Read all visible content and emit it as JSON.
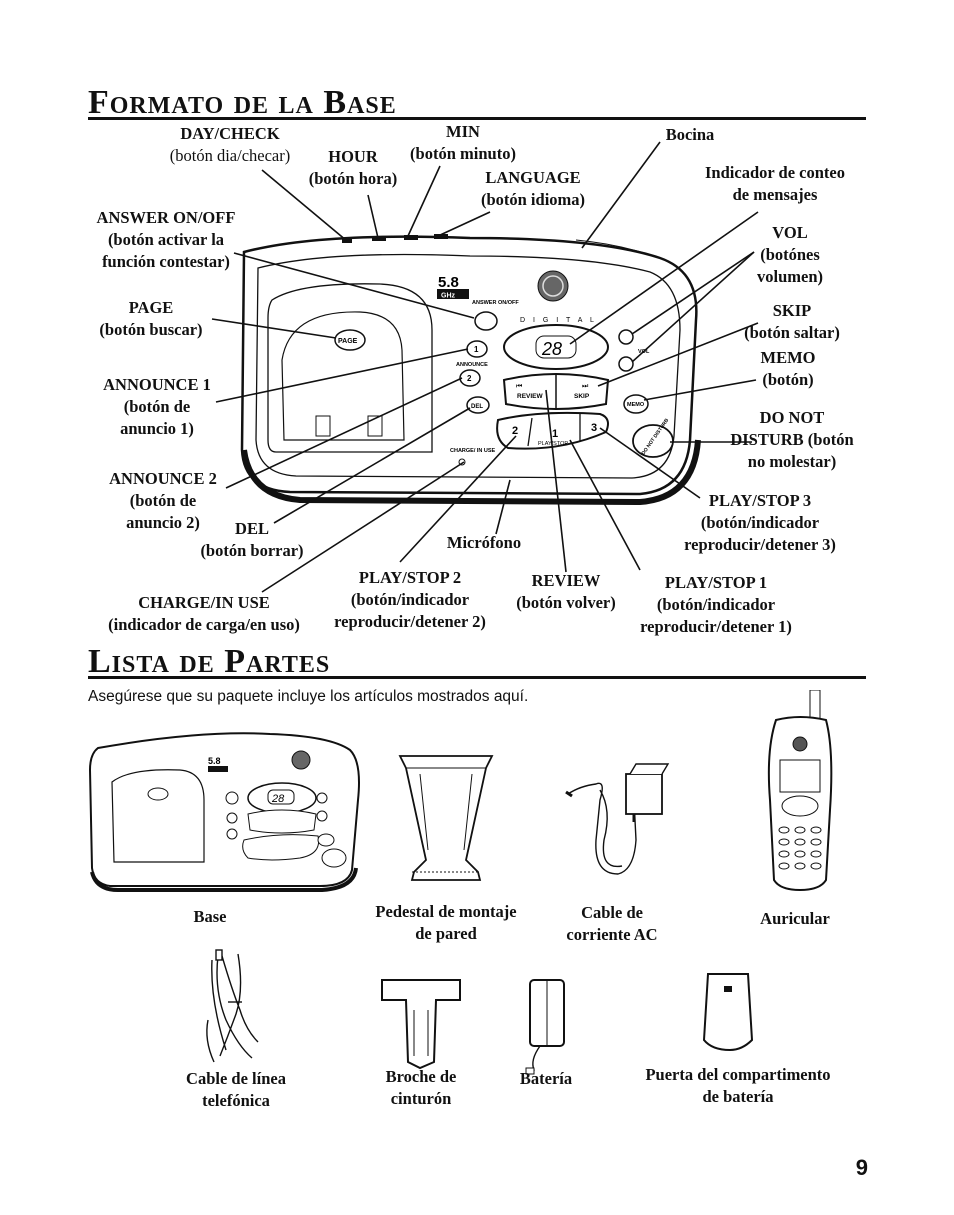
{
  "section1_title": "Formato de la Base",
  "section2_title": "Lista de Partes",
  "intro": "Asegúrese que su paquete incluye los artículos mostrados aquí.",
  "page_number": "9",
  "labels": {
    "daycheck": [
      "DAY/CHECK",
      "(botón dia/checar)"
    ],
    "hour": [
      "HOUR",
      "(botón hora)"
    ],
    "min": [
      "MIN",
      "(botón minuto)"
    ],
    "language": [
      "LANGUAGE",
      "(botón idioma)"
    ],
    "bocina": [
      "Bocina"
    ],
    "indicador": [
      "Indicador de conteo",
      "de mensajes"
    ],
    "answer": [
      "ANSWER ON/OFF",
      "(botón activar la",
      "función contestar)"
    ],
    "page": [
      "PAGE",
      "(botón buscar)"
    ],
    "vol": [
      "VOL",
      "(botónes",
      "volumen)"
    ],
    "skip": [
      "SKIP",
      "(botón saltar)"
    ],
    "memo": [
      "MEMO",
      "(botón)"
    ],
    "announce1": [
      "ANNOUNCE 1",
      "(botón de",
      "anuncio 1)"
    ],
    "dnd": [
      "DO NOT",
      "DISTURB (botón",
      "no molestar)"
    ],
    "announce2": [
      "ANNOUNCE 2",
      "(botón de",
      "anuncio 2)"
    ],
    "del": [
      "DEL",
      "(botón borrar)"
    ],
    "microfono": [
      "Micrófono"
    ],
    "play3": [
      "PLAY/STOP 3",
      "(botón/indicador",
      "reproducir/detener 3)"
    ],
    "play2": [
      "PLAY/STOP 2",
      "(botón/indicador",
      "reproducir/detener 2)"
    ],
    "review": [
      "REVIEW",
      "(botón volver)"
    ],
    "play1": [
      "PLAY/STOP 1",
      "(botón/indicador",
      "reproducir/detener 1)"
    ],
    "charge": [
      "CHARGE/IN USE",
      "(indicador de carga/en uso)"
    ]
  },
  "device_text": {
    "badge_top": "5.8",
    "badge_bottom": "GHz",
    "answer_onoff": "ANSWER ON/OFF",
    "page_btn": "PAGE",
    "announce": "ANNOUNCE",
    "del_btn": "DEL",
    "charge_in_use": "CHARGE/ IN USE",
    "digital": "D I G I T A L",
    "display": "28",
    "review_btn": "REVIEW",
    "skip_btn": "SKIP",
    "play_stop": "PLAY/STOP",
    "vol": "VOL",
    "memo_btn": "MEMO",
    "do_not_disturb": "DO NOT DISTURB",
    "btn1": "1",
    "btn2": "2",
    "btn3": "3"
  },
  "parts": {
    "base": [
      "Base"
    ],
    "pedestal": [
      "Pedestal de montaje",
      "de pared"
    ],
    "cable_ac": [
      "Cable de",
      "corriente AC"
    ],
    "auricular": [
      "Auricular"
    ],
    "cable_linea": [
      "Cable de línea",
      "telefónica"
    ],
    "broche": [
      "Broche de",
      "cinturón"
    ],
    "bateria": [
      "Batería"
    ],
    "puerta": [
      "Puerta del compartimento",
      "de batería"
    ]
  }
}
